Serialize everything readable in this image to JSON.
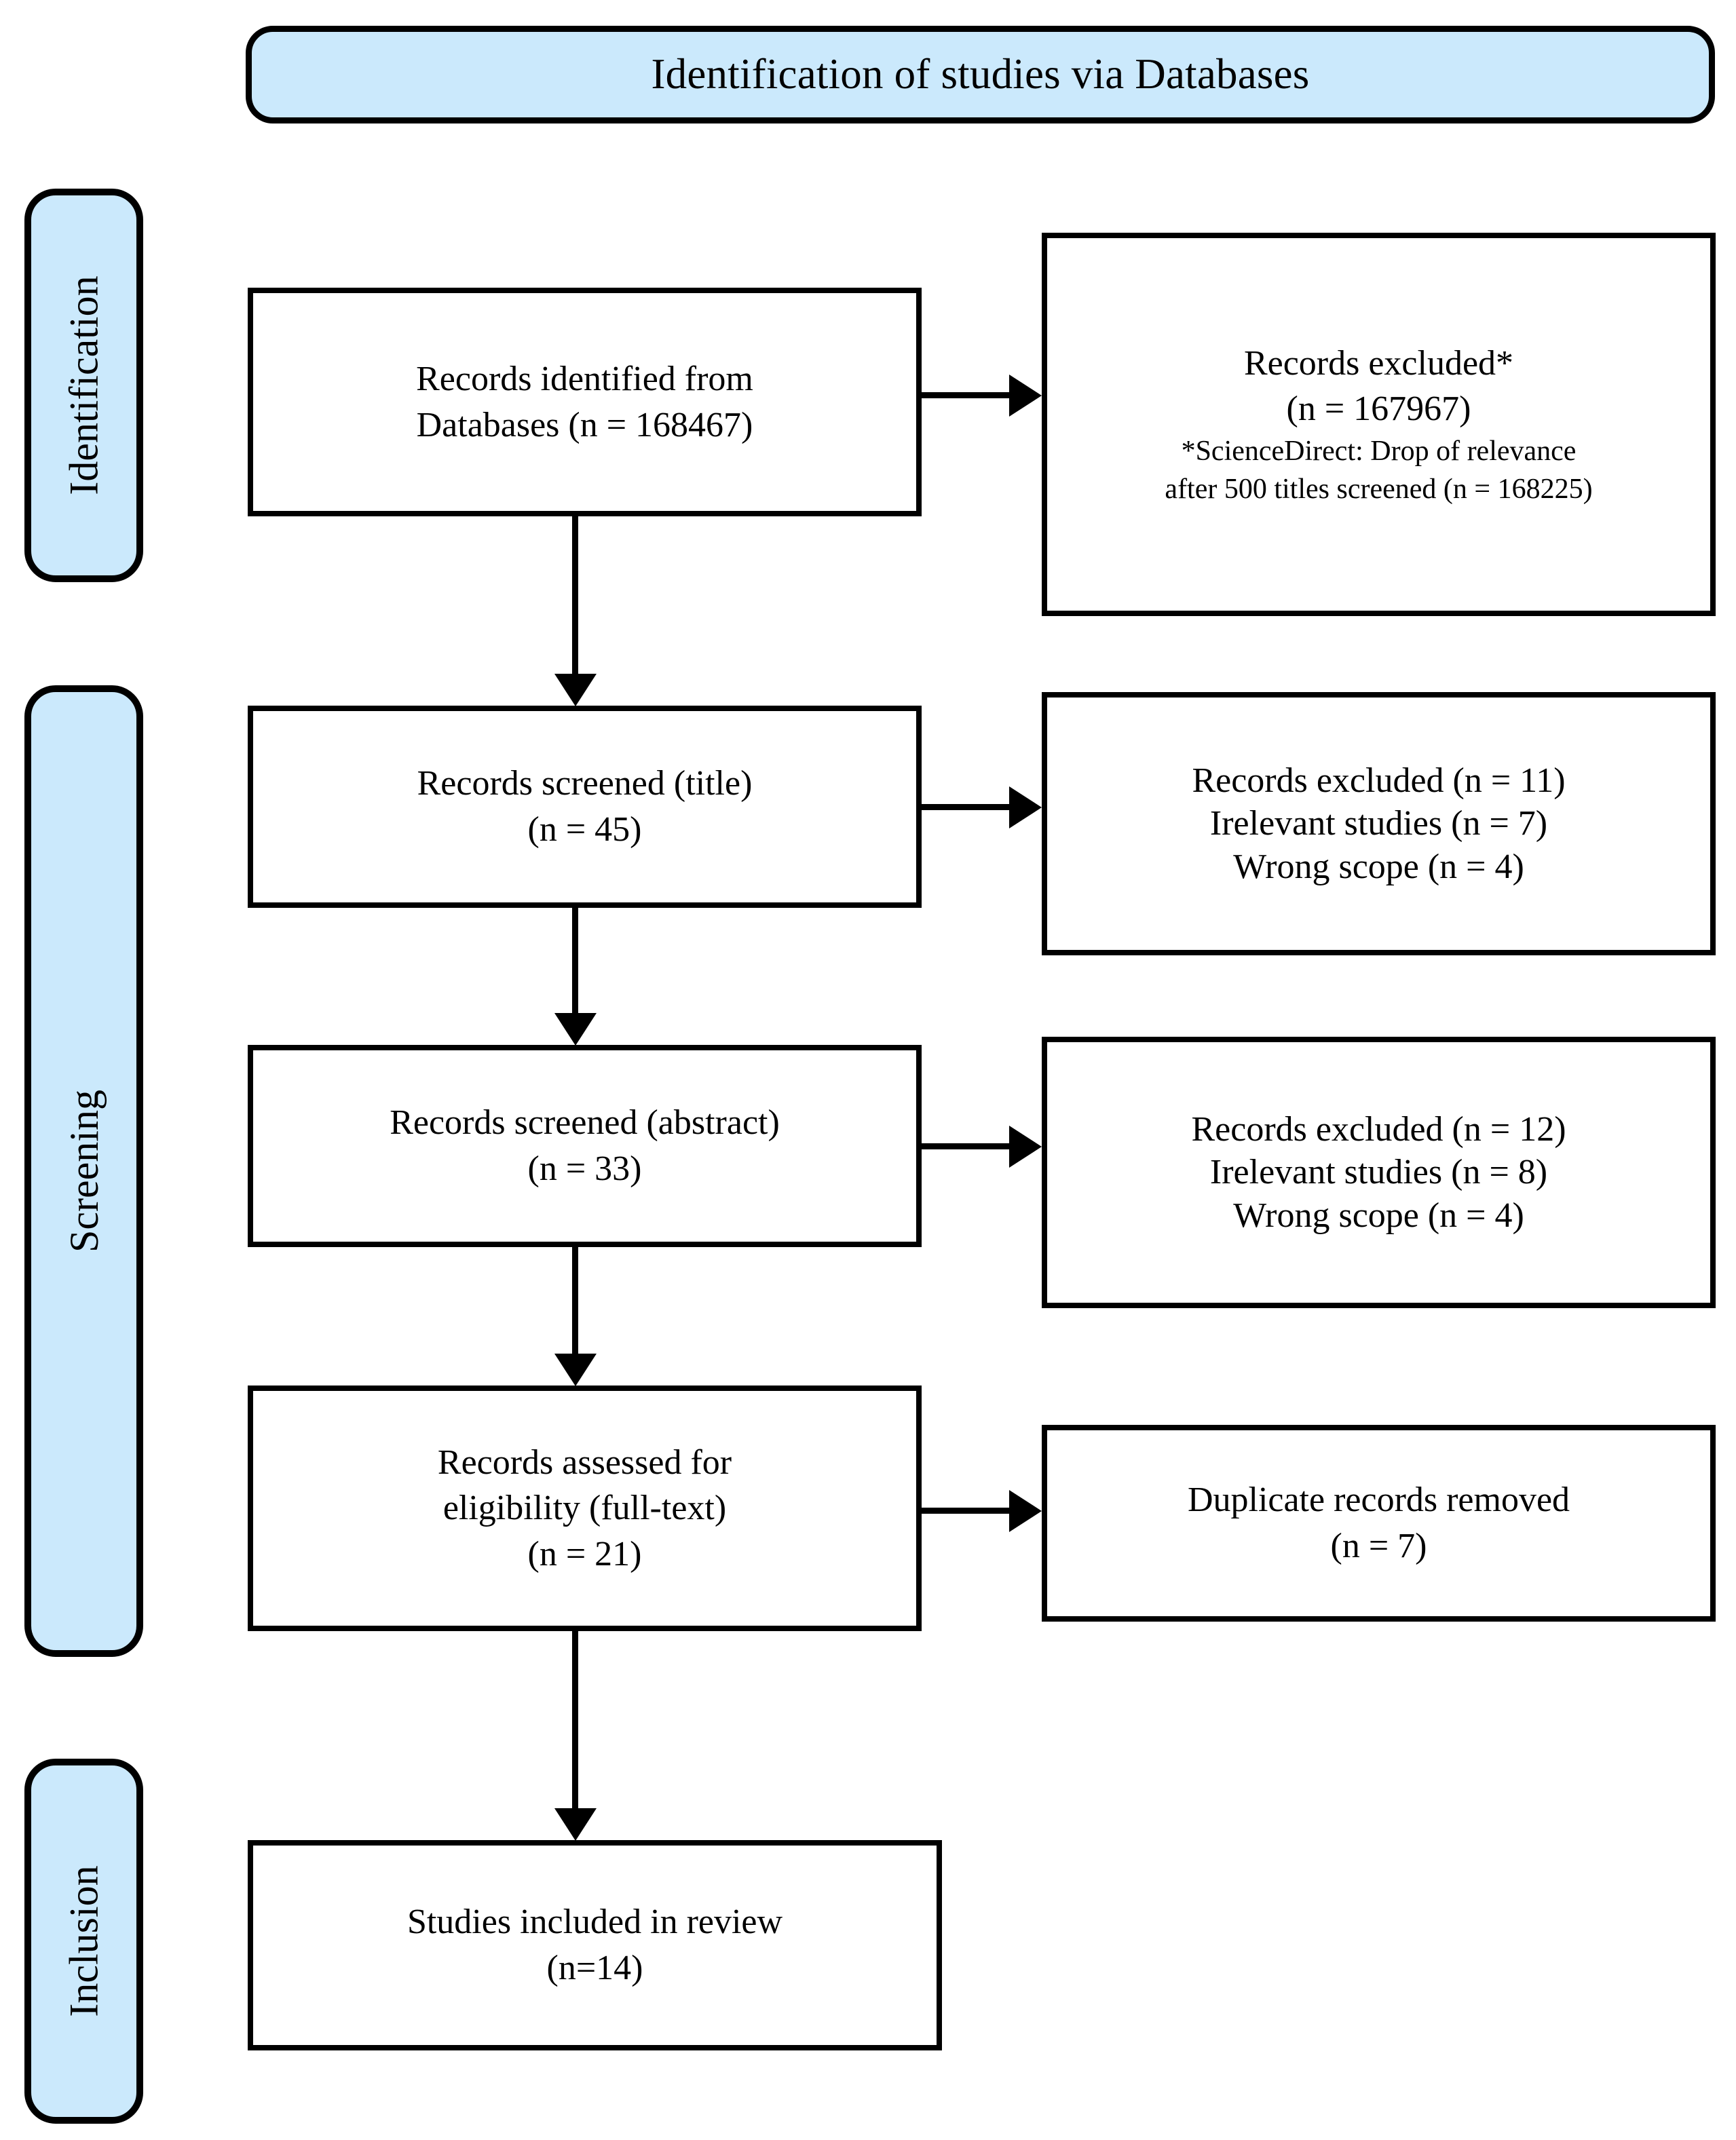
{
  "header": {
    "title": "Identification of studies via Databases"
  },
  "sidebar": {
    "stages": [
      {
        "label": "Identification"
      },
      {
        "label": "Screening"
      },
      {
        "label": "Inclusion"
      }
    ]
  },
  "flow": {
    "identified": {
      "lines": [
        "Records identified from",
        "Databases (n = 168467)"
      ]
    },
    "excluded_identification": {
      "lines": [
        "Records excluded*",
        "(n = 167967)"
      ],
      "footnote": [
        "*ScienceDirect: Drop of relevance",
        "after 500 titles screened (n = 168225)"
      ]
    },
    "screened_title": {
      "lines": [
        "Records screened (title)",
        "(n = 45)"
      ]
    },
    "excluded_title": {
      "lines": [
        "Records excluded (n = 11)",
        "Irelevant studies (n = 7)",
        "Wrong scope (n = 4)"
      ]
    },
    "screened_abstract": {
      "lines": [
        "Records screened (abstract)",
        "(n = 33)"
      ]
    },
    "excluded_abstract": {
      "lines": [
        "Records excluded (n = 12)",
        "Irelevant studies (n = 8)",
        "Wrong scope (n = 4)"
      ]
    },
    "eligibility": {
      "lines": [
        "Records assessed for",
        "eligibility (full-text)",
        "(n = 21)"
      ]
    },
    "duplicates_removed": {
      "lines": [
        "Duplicate records removed",
        "(n = 7)"
      ]
    },
    "included": {
      "lines": [
        "Studies included in review",
        "(n=14)"
      ]
    }
  },
  "colors": {
    "banner_fill": "#cbe9fc",
    "stroke": "#000000",
    "node_fill": "#ffffff"
  }
}
